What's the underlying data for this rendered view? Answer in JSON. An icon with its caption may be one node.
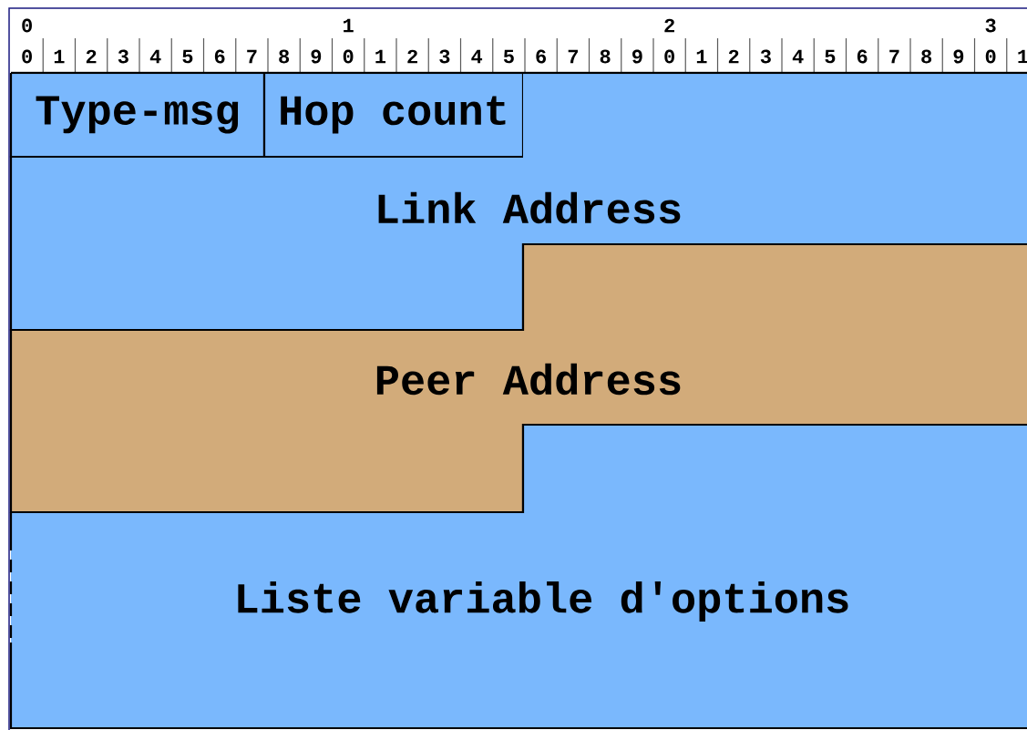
{
  "diagram": {
    "nodes": [
      {
        "text": [
          "Type-msg"
        ]
      },
      {
        "text": [
          "Hop count"
        ]
      },
      {
        "text": [
          "Link Address"
        ]
      },
      {
        "text": [
          "Peer Address"
        ]
      },
      {
        "text": [
          "Liste variable d'options"
        ]
      }
    ],
    "labels": [
      "0",
      "1",
      "2",
      "3",
      "0",
      "1",
      "2",
      "3",
      "4",
      "5",
      "6",
      "7",
      "8",
      "9",
      "0",
      "1",
      "2",
      "3",
      "4",
      "5",
      "6",
      "7",
      "8",
      "9",
      "0",
      "1",
      "2",
      "3",
      "4",
      "5",
      "6",
      "7",
      "8",
      "9",
      "0",
      "1"
    ]
  }
}
